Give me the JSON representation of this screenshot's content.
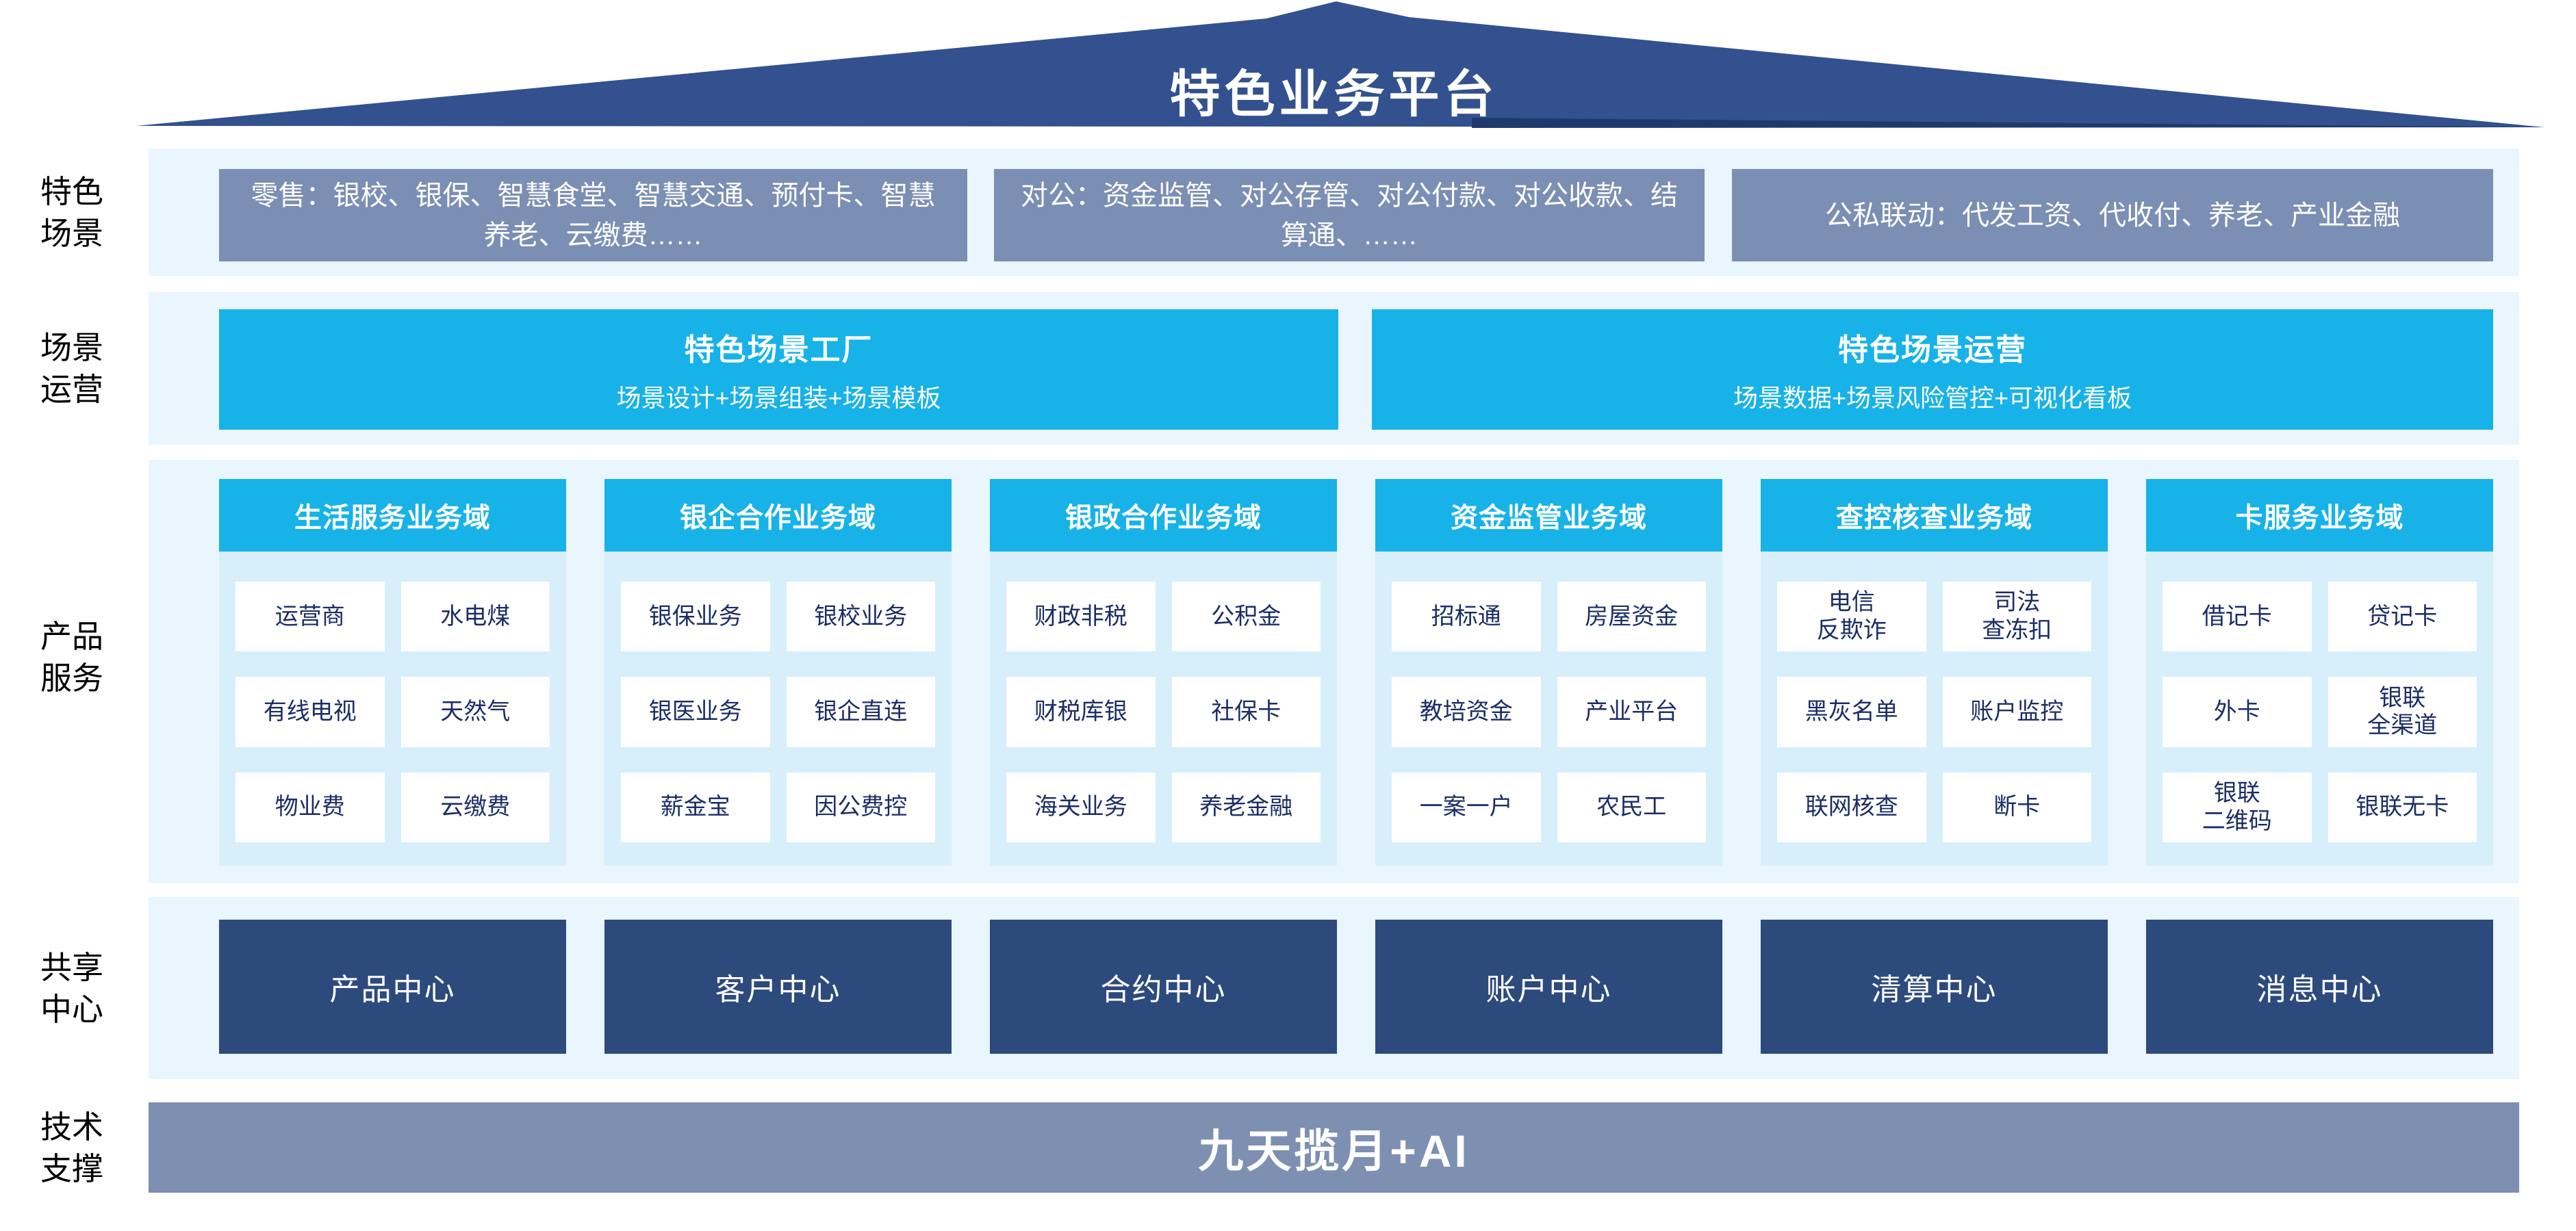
{
  "title": "特色业务平台",
  "sections": {
    "scene": {
      "label": "特色\n场景",
      "boxes": [
        "零售：银校、银保、智慧食堂、智慧交通、预付卡、智慧养老、云缴费……",
        "对公：资金监管、对公存管、对公付款、对公收款、结算通、……",
        "公私联动：代发工资、代收付、养老、产业金融"
      ]
    },
    "operation": {
      "label": "场景\n运营",
      "boxes": [
        {
          "title": "特色场景工厂",
          "subtitle": "场景设计+场景组装+场景模板"
        },
        {
          "title": "特色场景运营",
          "subtitle": "场景数据+场景风险管控+可视化看板"
        }
      ]
    },
    "products": {
      "label": "产品\n服务",
      "columns": [
        {
          "header": "生活服务业务域",
          "cells": [
            "运营商",
            "水电煤",
            "有线电视",
            "天然气",
            "物业费",
            "云缴费"
          ]
        },
        {
          "header": "银企合作业务域",
          "cells": [
            "银保业务",
            "银校业务",
            "银医业务",
            "银企直连",
            "薪金宝",
            "因公费控"
          ]
        },
        {
          "header": "银政合作业务域",
          "cells": [
            "财政非税",
            "公积金",
            "财税库银",
            "社保卡",
            "海关业务",
            "养老金融"
          ]
        },
        {
          "header": "资金监管业务域",
          "cells": [
            "招标通",
            "房屋资金",
            "教培资金",
            "产业平台",
            "一案一户",
            "农民工"
          ]
        },
        {
          "header": "查控核查业务域",
          "cells": [
            "电信\n反欺诈",
            "司法\n查冻扣",
            "黑灰名单",
            "账户监控",
            "联网核查",
            "断卡"
          ]
        },
        {
          "header": "卡服务业务域",
          "cells": [
            "借记卡",
            "贷记卡",
            "外卡",
            "银联\n全渠道",
            "银联\n二维码",
            "银联无卡"
          ]
        }
      ]
    },
    "shared": {
      "label": "共享\n中心",
      "centers": [
        "产品中心",
        "客户中心",
        "合约中心",
        "账户中心",
        "清算中心",
        "消息中心"
      ]
    },
    "tech": {
      "label": "技术\n支撑",
      "bar": "九天揽月+AI"
    }
  },
  "colors": {
    "roof": "#33518e",
    "roof_shadow": "#1e3a6c",
    "scene_box": "#7b8eb3",
    "band_background": "#e9f6fe",
    "column_body": "#d7effa",
    "accent_cyan": "#17b2e8",
    "center_box": "#2d4a7d",
    "cell_text": "#1b2d66",
    "tech_bar": "#7d90b2"
  }
}
